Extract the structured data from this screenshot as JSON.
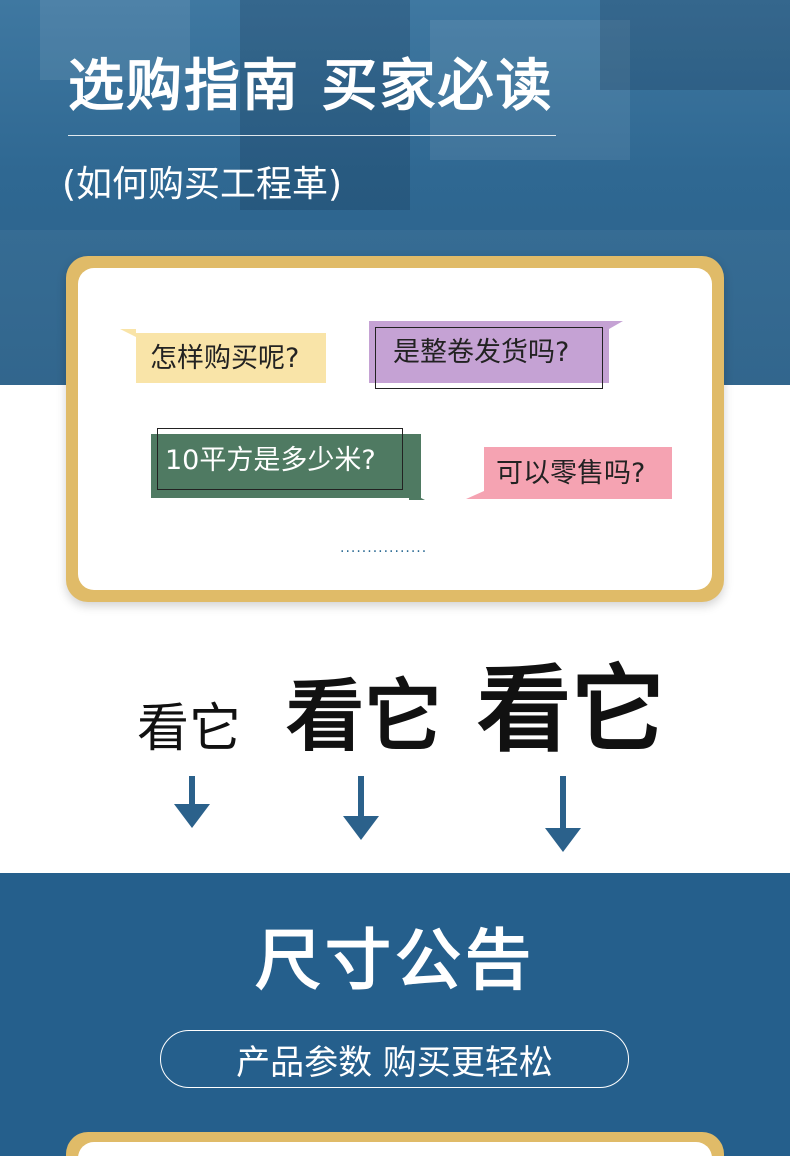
{
  "hero": {
    "title": "选购指南 买家必读",
    "subtitle": "(如何购买工程革)"
  },
  "questions": {
    "q1": "怎样购买呢?",
    "q2": "是整卷发货吗?",
    "q3": "10平方是多少米?",
    "q4": "可以零售吗?",
    "ellipsis": "················"
  },
  "look": {
    "small": "看它",
    "medium": "看它",
    "large": "看它"
  },
  "notice": {
    "title": "尺寸公告",
    "tagline": "产品参数 购买更轻松"
  },
  "colors": {
    "primary_blue": "#255f8c",
    "gold": "#e0bb68",
    "yellow_bubble": "#f9e4a8",
    "purple_bubble": "#c5a2d4",
    "green_bubble": "#4f7a62",
    "pink_bubble": "#f5a3b2"
  }
}
